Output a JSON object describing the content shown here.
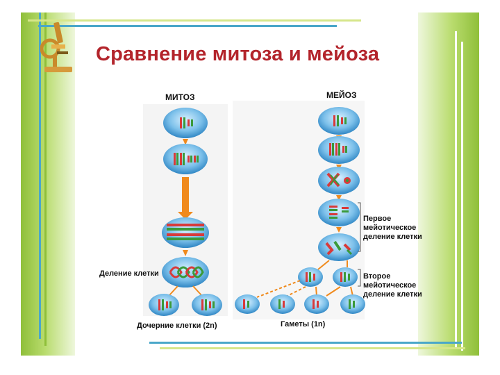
{
  "title": "Сравнение митоза и мейоза",
  "mitosis": {
    "header": "МИТОЗ",
    "division_label": "Деление клетки",
    "daughter_label": "Дочерние клетки (2n)"
  },
  "meiosis": {
    "header": "МЕЙОЗ",
    "first_division": "Первое мейотическое деление клетки",
    "second_division": "Второе мейотическое деление клетки",
    "gametes_label": "Гаметы (1n)"
  },
  "colors": {
    "title": "#b3242b",
    "accent_green": "#8fbf3a",
    "cell_blue": "#3f9bd6",
    "arrow_orange": "#f08a1c"
  },
  "icons": [
    "microscope-icon"
  ]
}
